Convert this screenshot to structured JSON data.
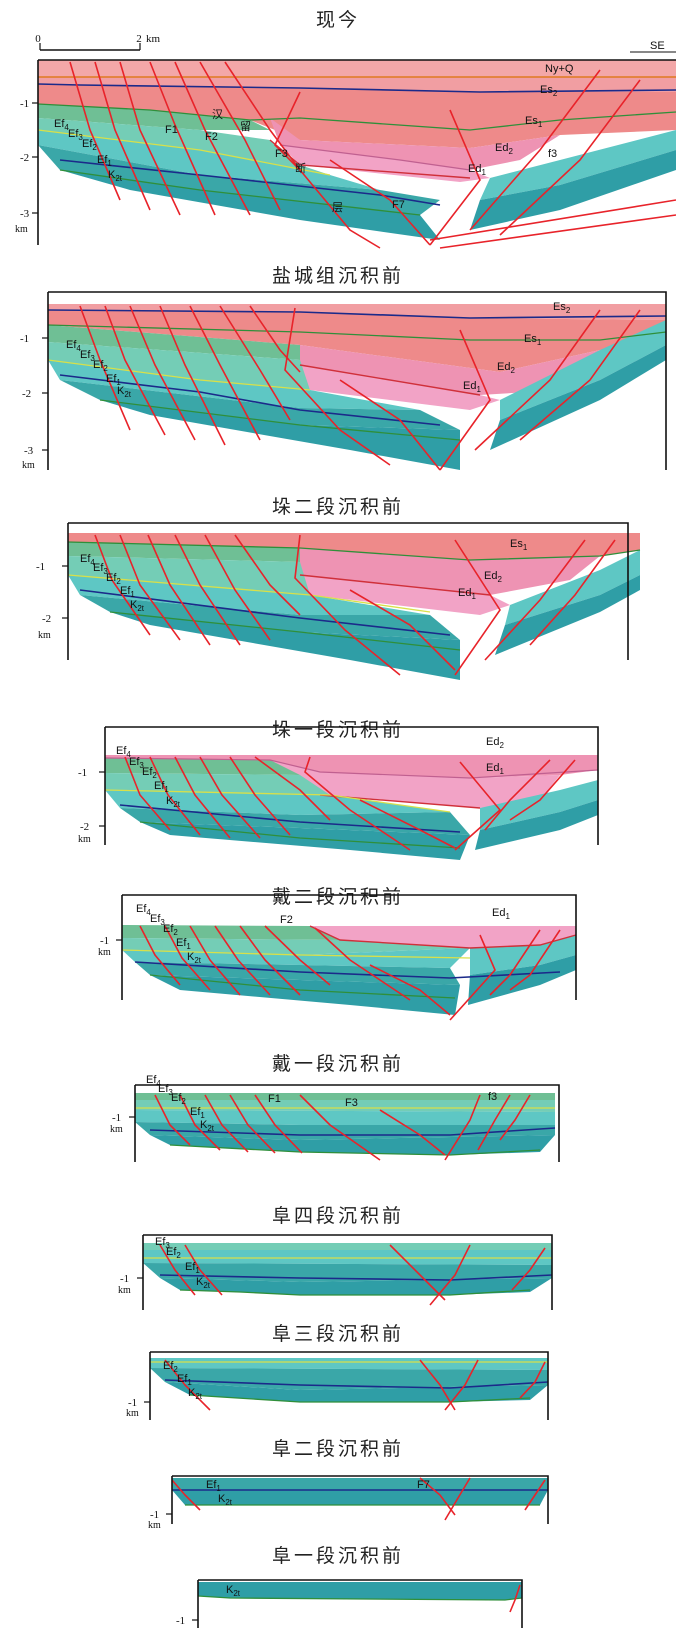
{
  "titles": [
    "现今",
    "盐城组沉积前",
    "垛二段沉积前",
    "垛一段沉积前",
    "戴二段沉积前",
    "戴一段沉积前",
    "阜四段沉积前",
    "阜三段沉积前",
    "阜二段沉积前",
    "阜一段沉积前"
  ],
  "scale": {
    "zero": "0",
    "two": "2",
    "unit": "km"
  },
  "direction": "SE",
  "depth": {
    "m1": "-1",
    "m2": "-2",
    "m3": "-3",
    "unit": "km"
  },
  "units": {
    "nyq": "Ny+Q",
    "es2": {
      "base": "Es",
      "sub": "2"
    },
    "es1": {
      "base": "Es",
      "sub": "1"
    },
    "ed2": {
      "base": "Ed",
      "sub": "2"
    },
    "ed1": {
      "base": "Ed",
      "sub": "1"
    },
    "ef4": {
      "base": "Ef",
      "sub": "4"
    },
    "ef3": {
      "base": "Ef",
      "sub": "3"
    },
    "ef2": {
      "base": "Ef",
      "sub": "2"
    },
    "ef1": {
      "base": "Ef",
      "sub": "1"
    },
    "k2t": {
      "base": "K",
      "sub": "2t"
    }
  },
  "faults": {
    "f1": "F1",
    "f2": "F2",
    "f3": "F3",
    "f3_lower": "f3",
    "f7": "F7"
  },
  "fault_zone_chars": [
    "汉",
    "留",
    "断",
    "层"
  ],
  "colors": {
    "nyq": "#f3a7a8",
    "es2": "#f19ea2",
    "es1": "#ee8a8a",
    "ed2": "#ee93b3",
    "ed1": "#f2a3c6",
    "ef4": "#6fbf95",
    "ef3": "#74cdb6",
    "ef2": "#5ec7c4",
    "ef1": "#3aa7a8",
    "k2t": "#2f9ea6",
    "fault": "#e8232a"
  }
}
